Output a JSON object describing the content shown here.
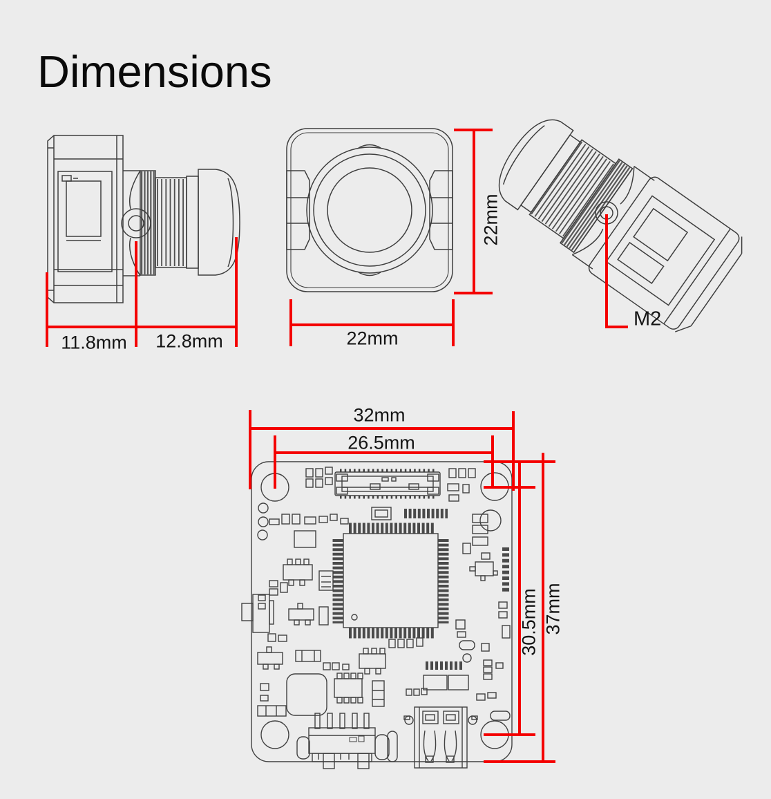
{
  "page": {
    "title": "Dimensions"
  },
  "colors": {
    "background": "#ececec",
    "dimension_red": "#f40000",
    "drawing_line": "#3e3e3e",
    "label_text": "#141414"
  },
  "views": {
    "camera_side": {
      "description": "FPV camera side view line drawing",
      "dims": {
        "body_depth": "11.8mm",
        "lens_length": "12.8mm"
      }
    },
    "camera_front": {
      "description": "FPV camera front view line drawing",
      "dims": {
        "height": "22mm",
        "width": "22mm"
      }
    },
    "camera_perspective": {
      "description": "FPV camera perspective view line drawing",
      "dims": {
        "mount_hole_thread": "M2"
      }
    },
    "pcb": {
      "description": "Camera PCB top view line drawing",
      "dims": {
        "board_width": "32mm",
        "mount_hole_spacing_horizontal": "26.5mm",
        "mount_hole_spacing_vertical": "30.5mm",
        "board_height": "37mm"
      }
    }
  }
}
